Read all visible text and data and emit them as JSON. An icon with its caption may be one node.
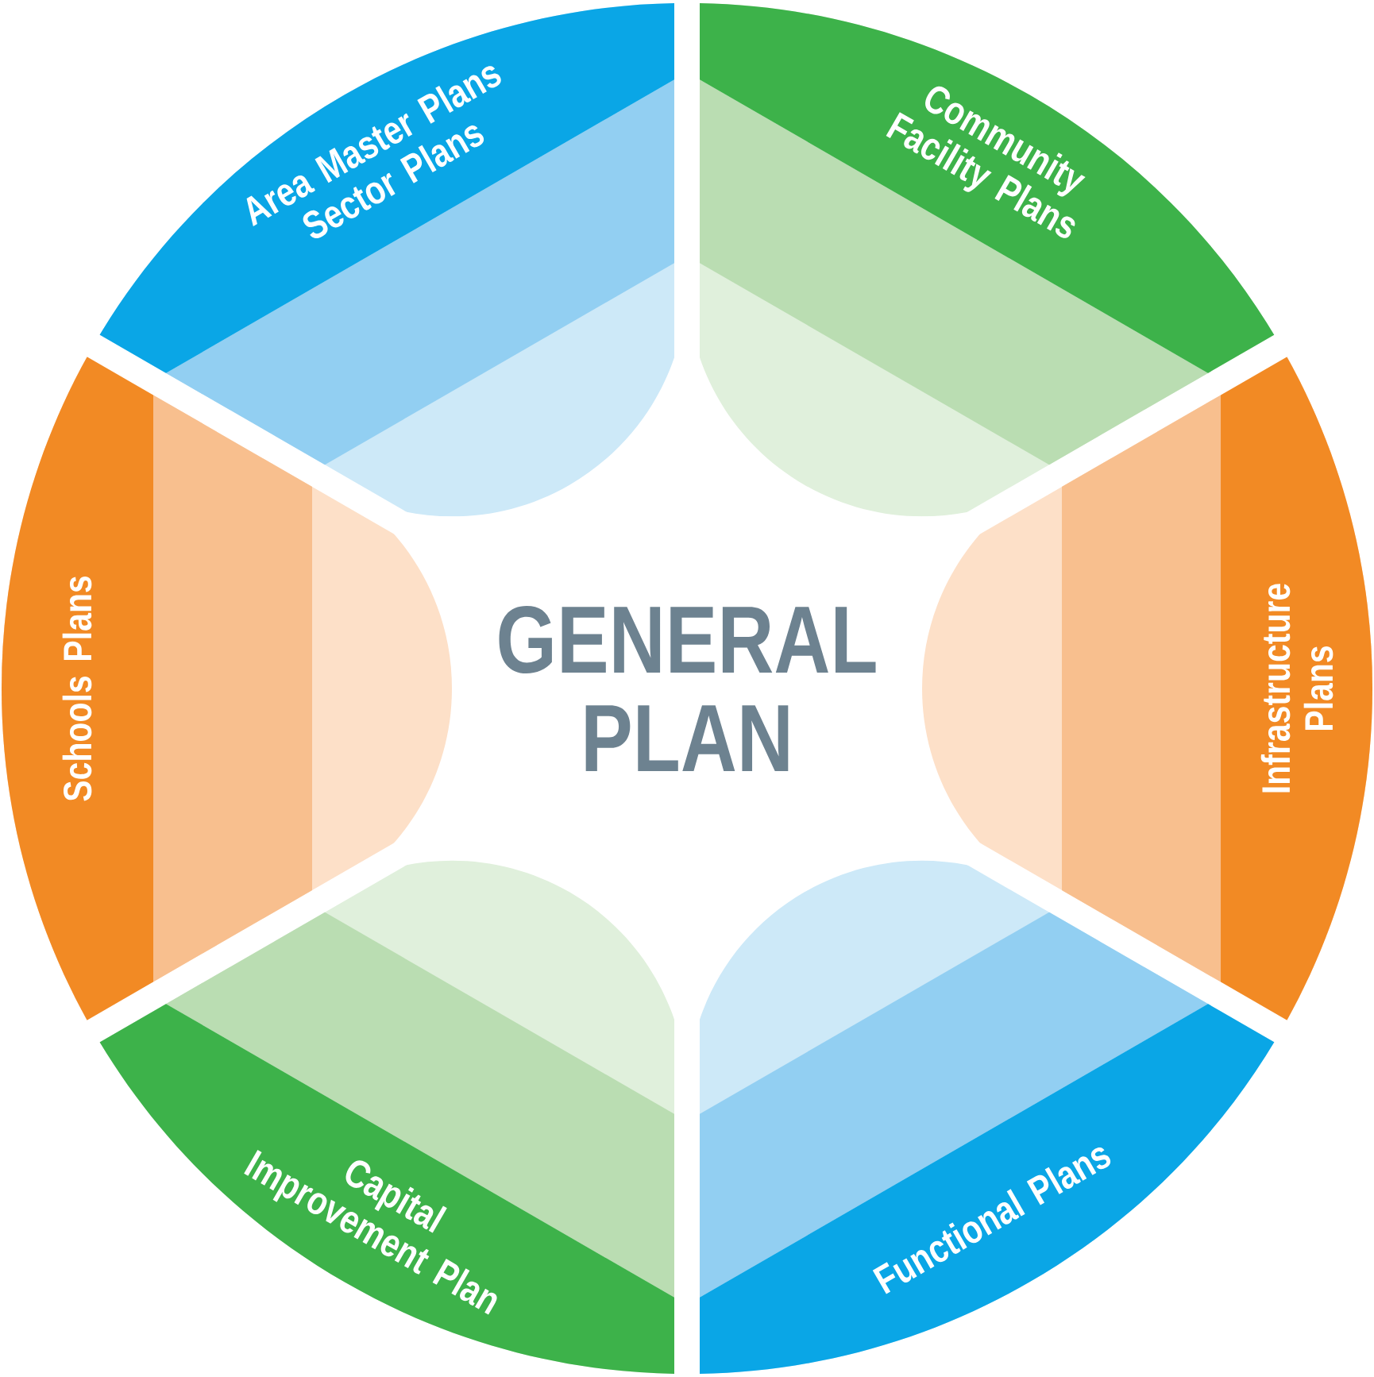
{
  "diagram": {
    "nodes": [
      {
        "text": [
          "Area Master Plans Sector Plans"
        ]
      },
      {
        "text": [
          "Community Facility Plans"
        ]
      },
      {
        "text": [
          "Schools Plans"
        ]
      },
      {
        "text": [
          "GENERAL PLAN"
        ]
      },
      {
        "text": [
          "Infrastructure Plans"
        ]
      },
      {
        "text": [
          "Capital Improvement Plan"
        ]
      },
      {
        "text": [
          "Functional Plans"
        ]
      }
    ]
  }
}
